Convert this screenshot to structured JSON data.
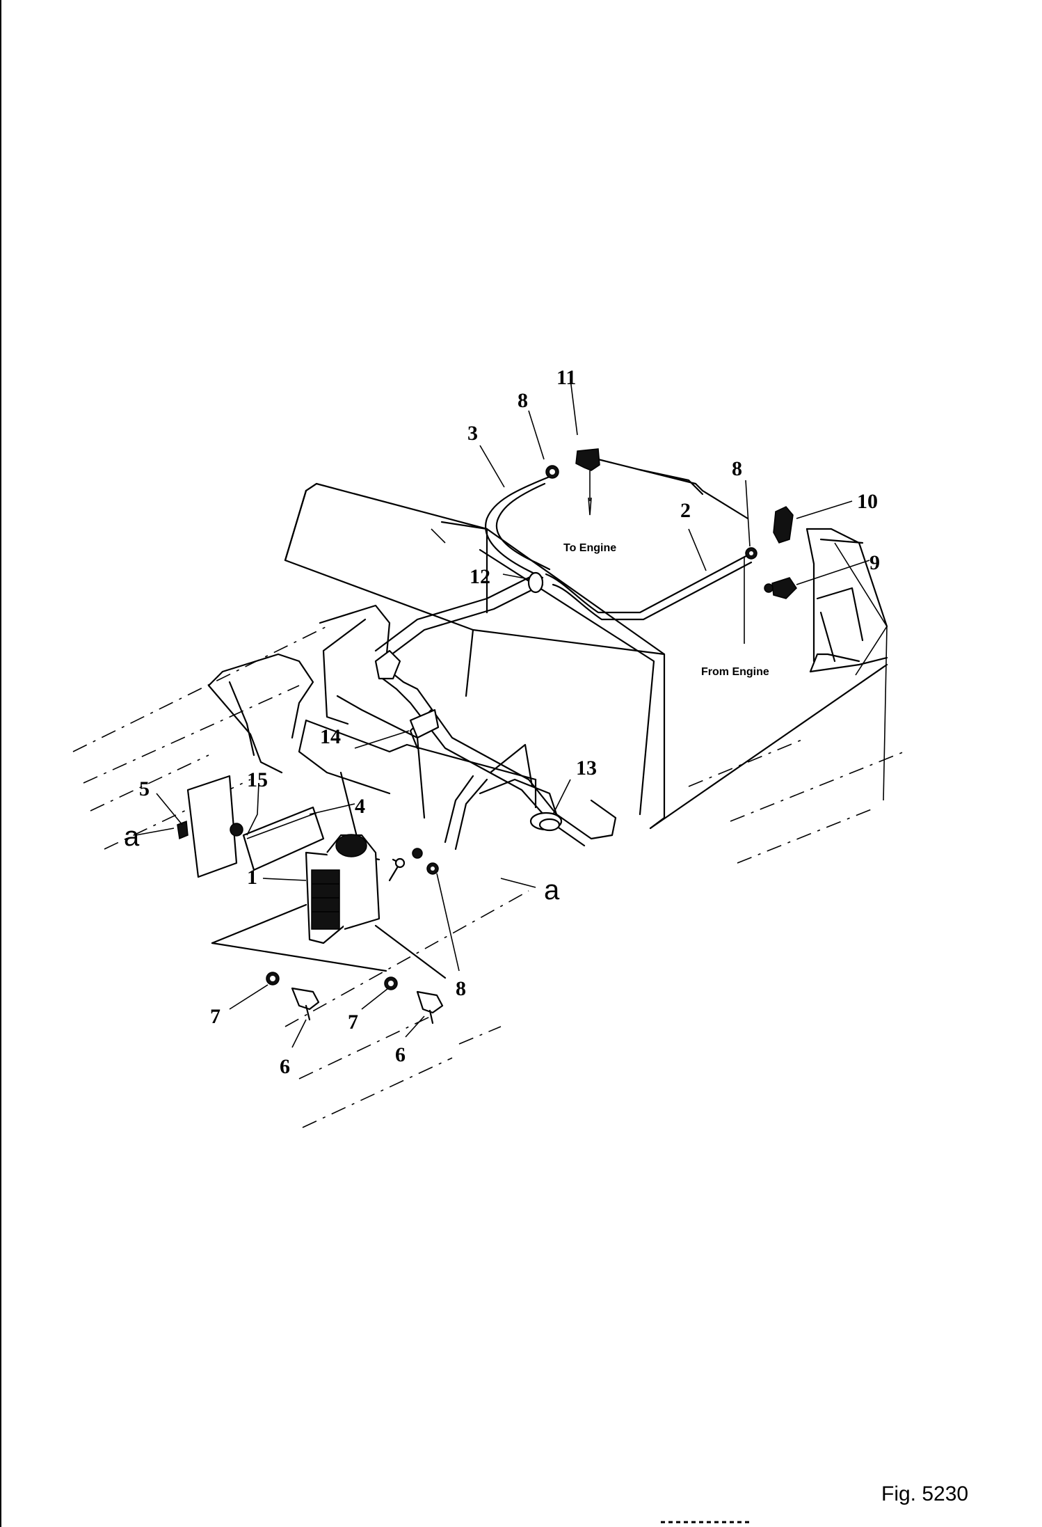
{
  "figure": {
    "label": "Fig. 5230"
  },
  "notes": {
    "to_engine": "To Engine",
    "from_engine": "From Engine"
  },
  "callouts": {
    "c1": "1",
    "c2": "2",
    "c3": "3",
    "c4": "4",
    "c5": "5",
    "c6a": "6",
    "c6b": "6",
    "c7a": "7",
    "c7b": "7",
    "c8a": "8",
    "c8b": "8",
    "c8c": "8",
    "c9": "9",
    "c10": "10",
    "c11": "11",
    "c12": "12",
    "c13": "13",
    "c14": "14",
    "c15": "15",
    "a1": "a",
    "a2": "a"
  }
}
